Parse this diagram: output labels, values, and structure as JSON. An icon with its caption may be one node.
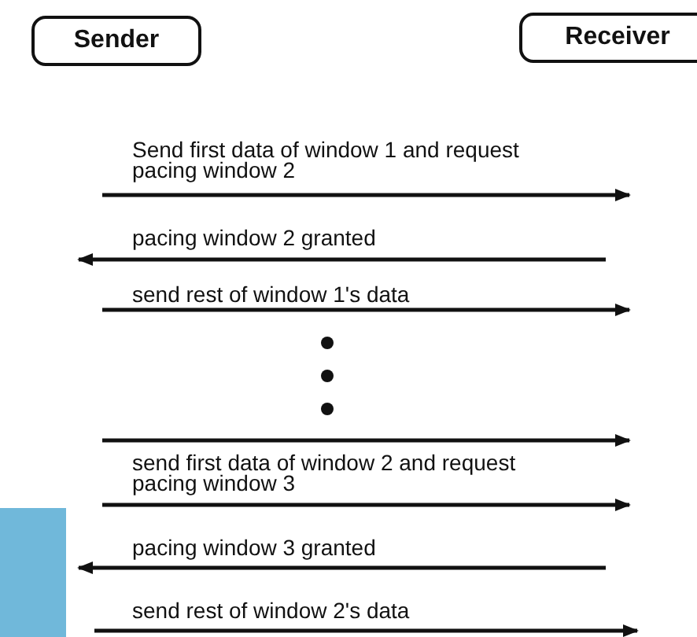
{
  "diagram": {
    "nodes": [
      {
        "text": [
          "Sender"
        ]
      },
      {
        "text": [
          "Receiver"
        ]
      },
      {
        "text": [],
        "shape": "box"
      }
    ],
    "labels": [
      "Send first data of window 1 and  request pacing window 2",
      "pacing window 2 granted",
      "send rest of window 1's data",
      "send first data of window 2 and request pacing window 3",
      "pacing window 3 granted",
      "send rest of window 2's data"
    ]
  }
}
